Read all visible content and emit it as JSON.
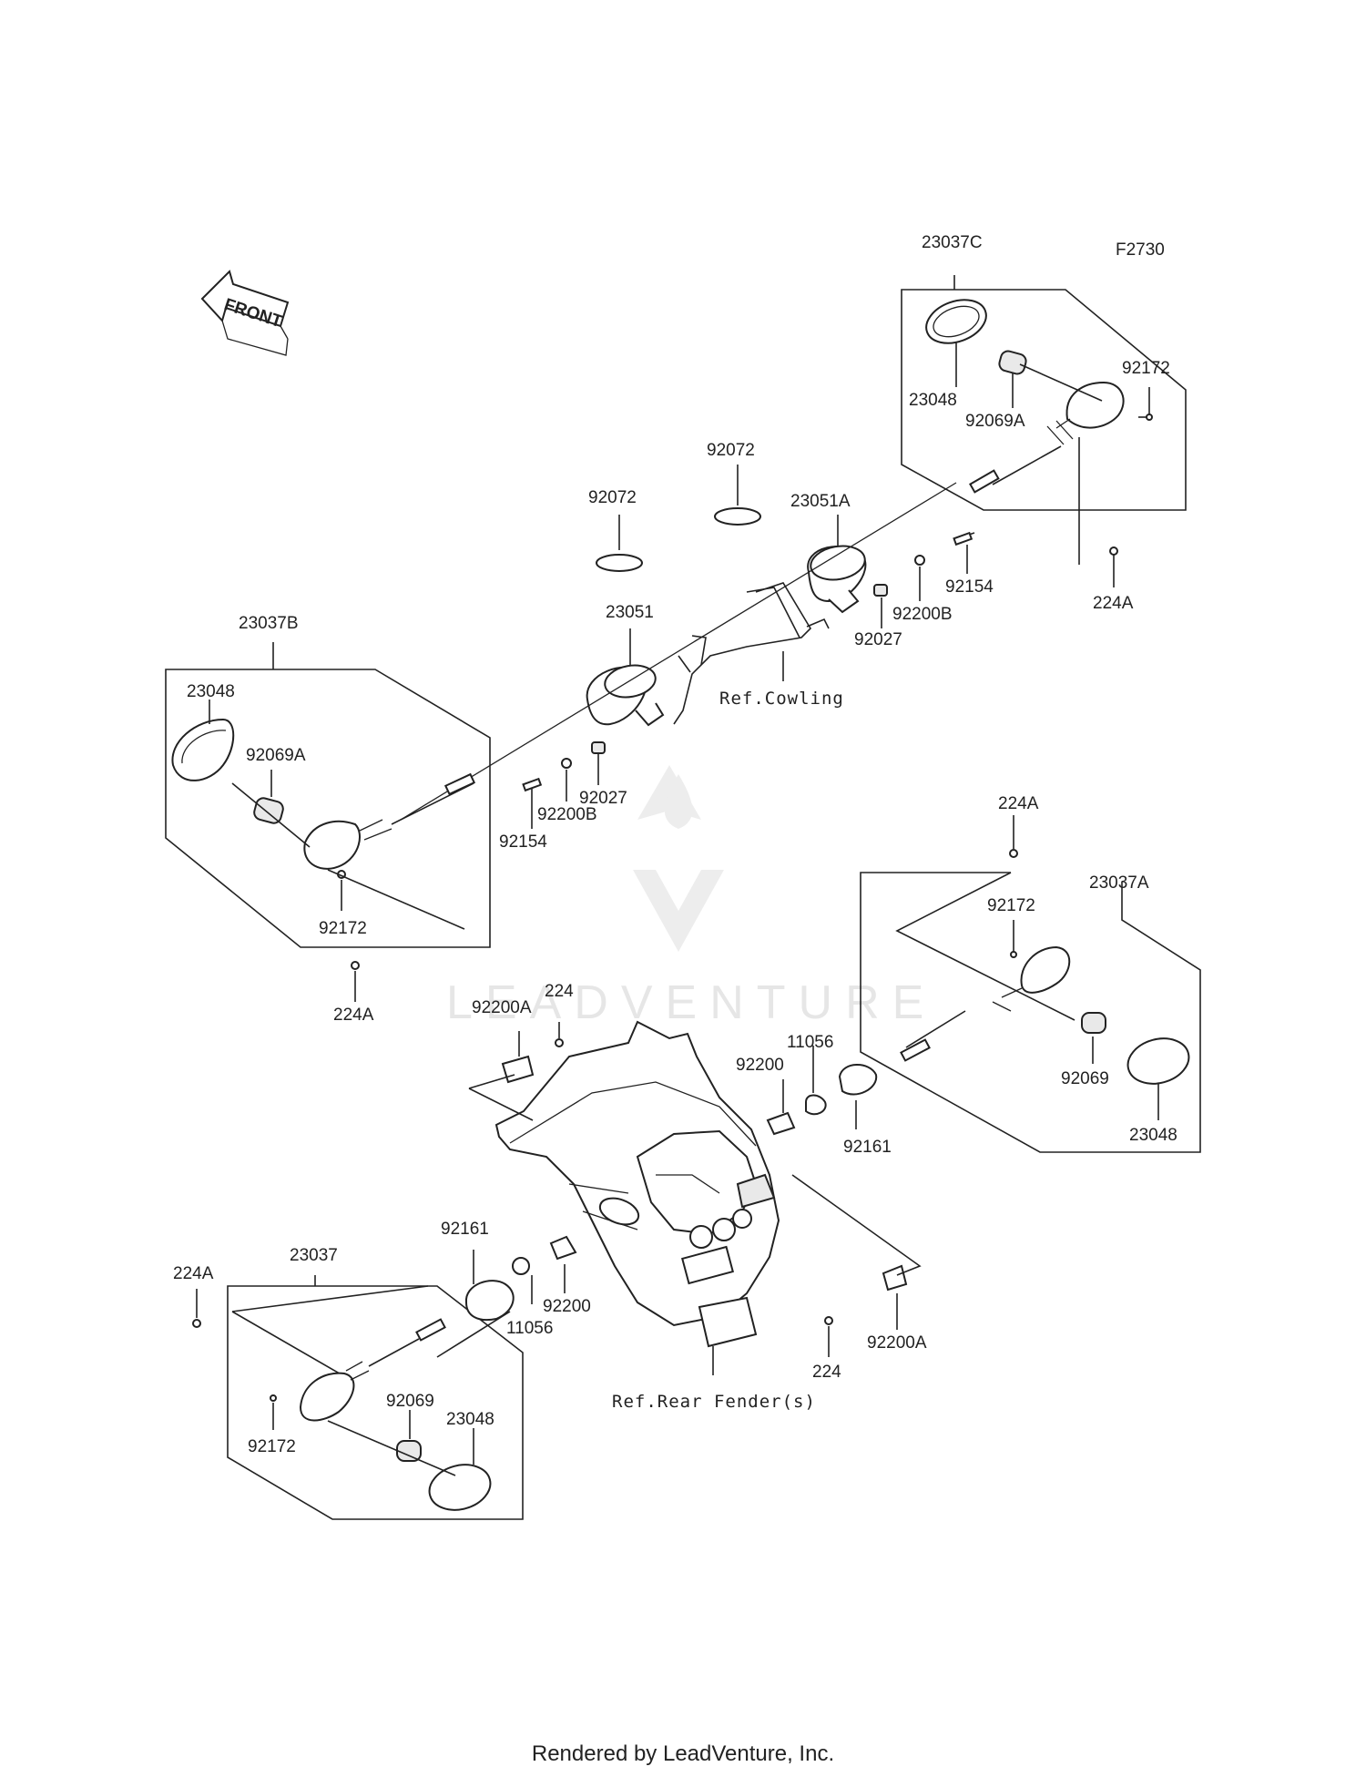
{
  "figure_code": "F2730",
  "front_label": "FRONT",
  "watermark": "LEADVENTURE",
  "footer": "Rendered by LeadVenture, Inc.",
  "refs": {
    "cowling": "Ref.Cowling",
    "rear_fender": "Ref.Rear Fender(s)"
  },
  "labels": {
    "a23037C": "23037C",
    "a23048_c": "23048",
    "a92069A_c": "92069A",
    "a92172_c": "92172",
    "a224A_c": "224A",
    "a92072_l": "92072",
    "a92072_r": "92072",
    "a23051A": "23051A",
    "a92154_r": "92154",
    "a92200B_r": "92200B",
    "a92027_r": "92027",
    "a23051": "23051",
    "a23037B": "23037B",
    "a23048_b": "23048",
    "a92069A_b": "92069A",
    "a92172_b": "92172",
    "a224A_b": "224A",
    "a92027_l": "92027",
    "a92200B_l": "92200B",
    "a92154_l": "92154",
    "a224A_a": "224A",
    "a23037A": "23037A",
    "a92172_a": "92172",
    "a92069_a": "92069",
    "a23048_a": "23048",
    "a92200A_t": "92200A",
    "a224_t": "224",
    "a11056_t": "11056",
    "a92200_t": "92200",
    "a92161_r": "92161",
    "a23037": "23037",
    "a224A_d": "224A",
    "a92161_l": "92161",
    "a11056_b": "11056",
    "a92200_b": "92200",
    "a224_b": "224",
    "a92200A_b": "92200A",
    "a92069_d": "92069",
    "a23048_d": "23048",
    "a92172_d": "92172"
  }
}
